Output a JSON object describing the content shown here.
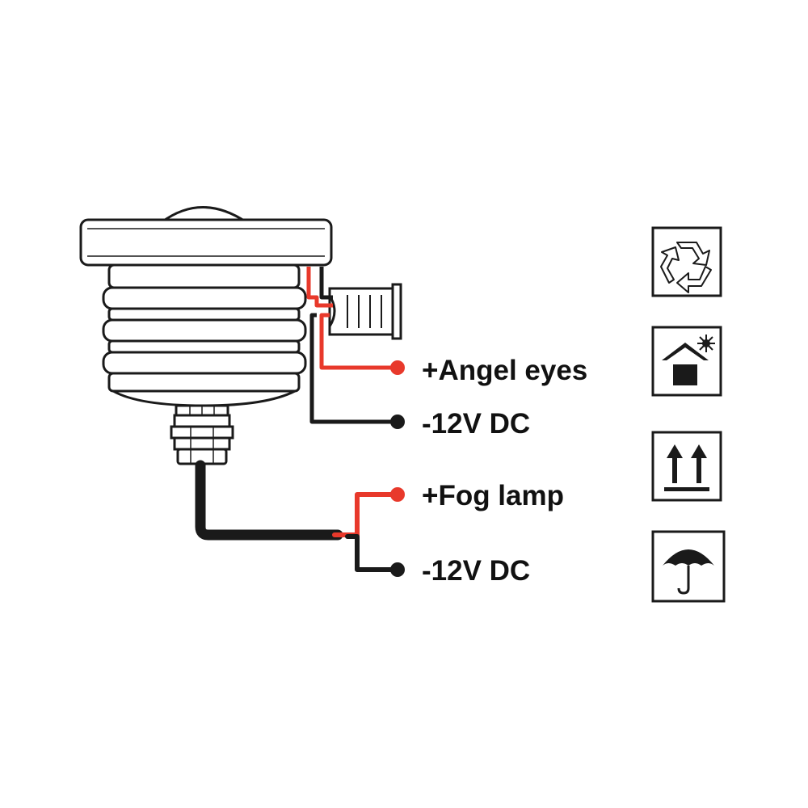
{
  "labels": {
    "angel_eyes": "+Angel eyes",
    "neg_dc_1": "-12V DC",
    "fog_lamp": "+Fog lamp",
    "neg_dc_2": "-12V DC"
  },
  "colors": {
    "positive_wire": "#e8392b",
    "negative_wire": "#1a1a1a",
    "outline": "#1a1a1a"
  },
  "icons": [
    "recycle-icon",
    "keep-dry-indoors-icon",
    "this-way-up-icon",
    "umbrella-icon"
  ]
}
